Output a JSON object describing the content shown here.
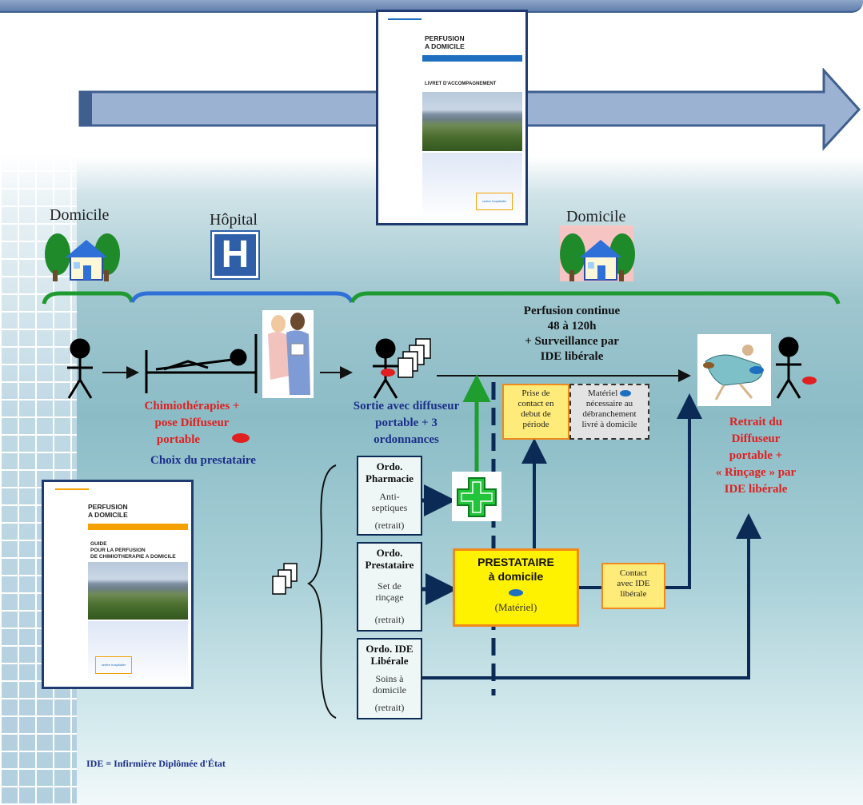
{
  "locations": {
    "domicile_left": "Domicile",
    "hopital": "Hôpital",
    "domicile_right": "Domicile"
  },
  "hospital_sign": "H",
  "perfusion_text": [
    "Perfusion continue",
    "48 à 120h",
    "+ Surveillance par",
    "IDE libérale"
  ],
  "step_chimio": [
    "Chimiothérapies +",
    "pose Diffuseur",
    "portable"
  ],
  "choix": "Choix du prestataire",
  "sortie": [
    "Sortie avec diffuseur",
    "portable + 3",
    "ordonnances"
  ],
  "retrait": [
    "Retrait du",
    "Diffuseur",
    "portable +",
    "« Rinçage » par",
    "IDE libérale"
  ],
  "prise_contact": [
    "Prise de",
    "contact en",
    "debut de",
    "période"
  ],
  "materiel_box": [
    "Matériel",
    "nécessaire au",
    "débranchement",
    "livré à domicile"
  ],
  "prestataire": {
    "title": "PRESTATAIRE",
    "sub": "à domicile",
    "materiel": "(Matériel)"
  },
  "contact_ide": [
    "Contact",
    "avec IDE",
    "libérale"
  ],
  "ordos": [
    {
      "title": [
        "Ordo.",
        "Pharmacie"
      ],
      "sub": [
        "Anti-",
        "septiques"
      ],
      "retrait": "(retrait)"
    },
    {
      "title": [
        "Ordo.",
        "Prestataire"
      ],
      "sub": [
        "Set de",
        "rinçage"
      ],
      "retrait": "(retrait)"
    },
    {
      "title": [
        "Ordo. IDE",
        "Libérale"
      ],
      "sub": [
        "Soins à",
        "domicile"
      ],
      "retrait": "(retrait)"
    }
  ],
  "footnote": "IDE = Infirmière Diplômée d'État",
  "booklet_top": {
    "title": [
      "PERFUSION",
      "A DOMICILE"
    ],
    "heading": "LIVRET D'ACCOMPAGNEMENT",
    "logo": "centre hospitalier"
  },
  "booklet_bottom": {
    "title": [
      "PERFUSION",
      "A DOMICILE"
    ],
    "heading": [
      "GUIDE",
      "POUR LA PERFUSION",
      "DE CHIMIOTHERAPIE A DOMICILE"
    ],
    "logo": "centre hospitalier"
  },
  "colors": {
    "accent_orange": "#f5a200",
    "accent_blue": "#1e6fc0",
    "dark_navy": "#0b2a55",
    "green_arrow": "#1f9e2f",
    "red_text": "#e02020",
    "blue_text": "#1b2f8a"
  }
}
